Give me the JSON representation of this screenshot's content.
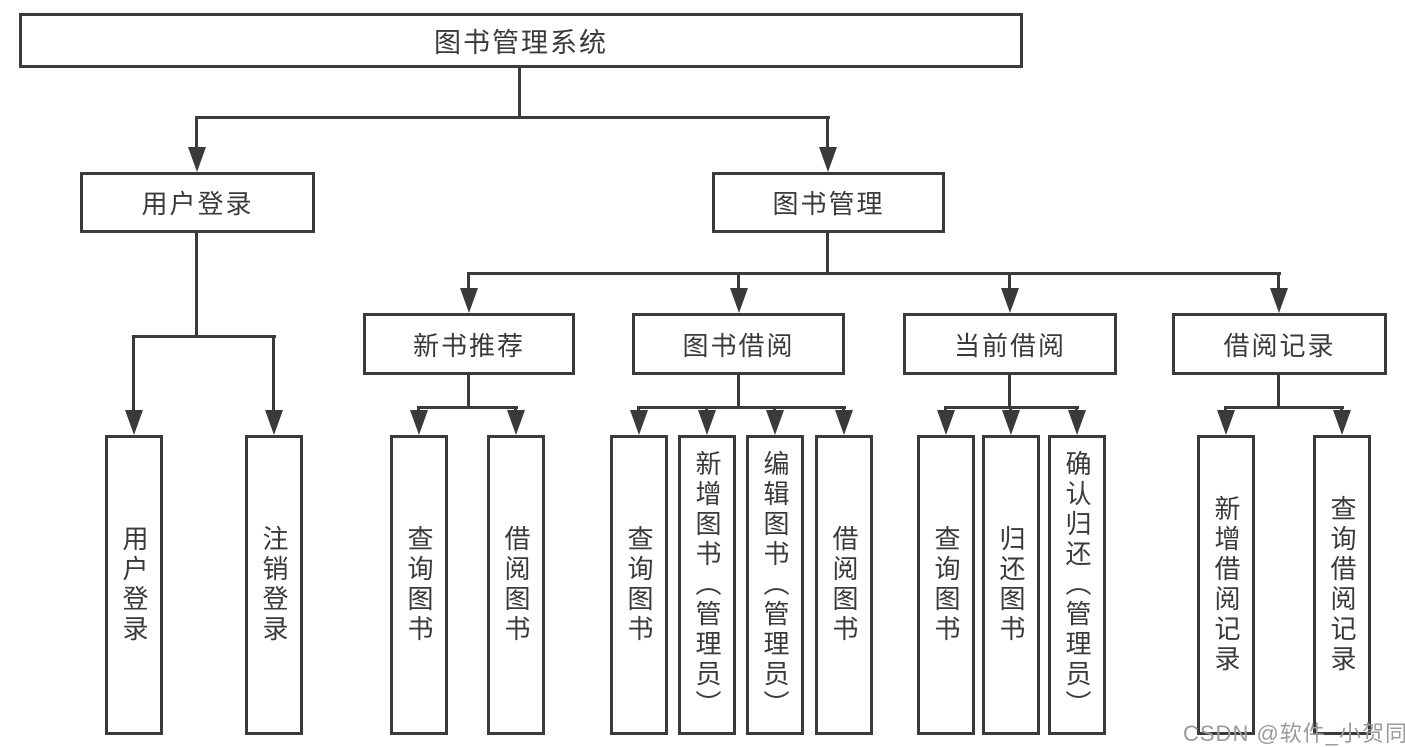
{
  "diagram": {
    "root": {
      "label": "图书管理系统"
    },
    "branches": [
      {
        "label": "用户登录",
        "children": [
          {
            "label": "用户登录"
          },
          {
            "label": "注销登录"
          }
        ]
      },
      {
        "label": "图书管理",
        "children": [
          {
            "label": "新书推荐",
            "children": [
              {
                "label": "查询图书"
              },
              {
                "label": "借阅图书"
              }
            ]
          },
          {
            "label": "图书借阅",
            "children": [
              {
                "label": "查询图书"
              },
              {
                "label": "新增图书（管理员）"
              },
              {
                "label": "编辑图书（管理员）"
              },
              {
                "label": "借阅图书"
              }
            ]
          },
          {
            "label": "当前借阅",
            "children": [
              {
                "label": "查询图书"
              },
              {
                "label": "归还图书"
              },
              {
                "label": "确认归还（管理员）"
              }
            ]
          },
          {
            "label": "借阅记录",
            "children": [
              {
                "label": "新增借阅记录"
              },
              {
                "label": "查询借阅记录"
              }
            ]
          }
        ]
      }
    ]
  },
  "watermark": {
    "text": "CSDN @软件_小贺同学",
    "color": "#9b9b9b"
  },
  "style": {
    "line_color": "#3a3a3a",
    "text_color": "#3a3a3a",
    "box_background": "#ffffff",
    "page_background": "#ffffff"
  }
}
